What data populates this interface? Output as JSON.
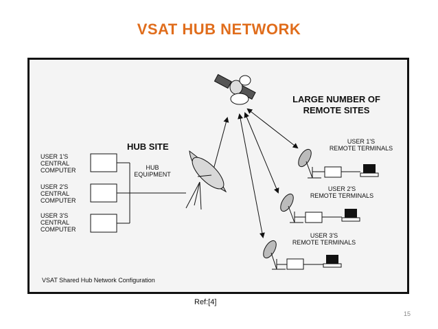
{
  "slide": {
    "title": "VSAT HUB NETWORK",
    "reference": "Ref:[4]",
    "page_number": "15"
  },
  "diagram": {
    "large_number_label": "LARGE NUMBER OF",
    "remote_sites_label": "REMOTE SITES",
    "hub_site_label": "HUB SITE",
    "hub_equipment_line1": "HUB",
    "hub_equipment_line2": "EQUIPMENT",
    "central_computers": [
      {
        "line1": "USER 1'S",
        "line2": "CENTRAL",
        "line3": "COMPUTER"
      },
      {
        "line1": "USER 2'S",
        "line2": "CENTRAL",
        "line3": "COMPUTER"
      },
      {
        "line1": "USER 3'S",
        "line2": "CENTRAL",
        "line3": "COMPUTER"
      }
    ],
    "remote_terminals": [
      {
        "line1": "USER 1'S",
        "line2": "REMOTE TERMINALS"
      },
      {
        "line1": "USER 2'S",
        "line2": "REMOTE TERMINALS"
      },
      {
        "line1": "USER 3'S",
        "line2": "REMOTE TERMINALS"
      }
    ],
    "caption": "VSAT Shared Hub Network Configuration"
  }
}
